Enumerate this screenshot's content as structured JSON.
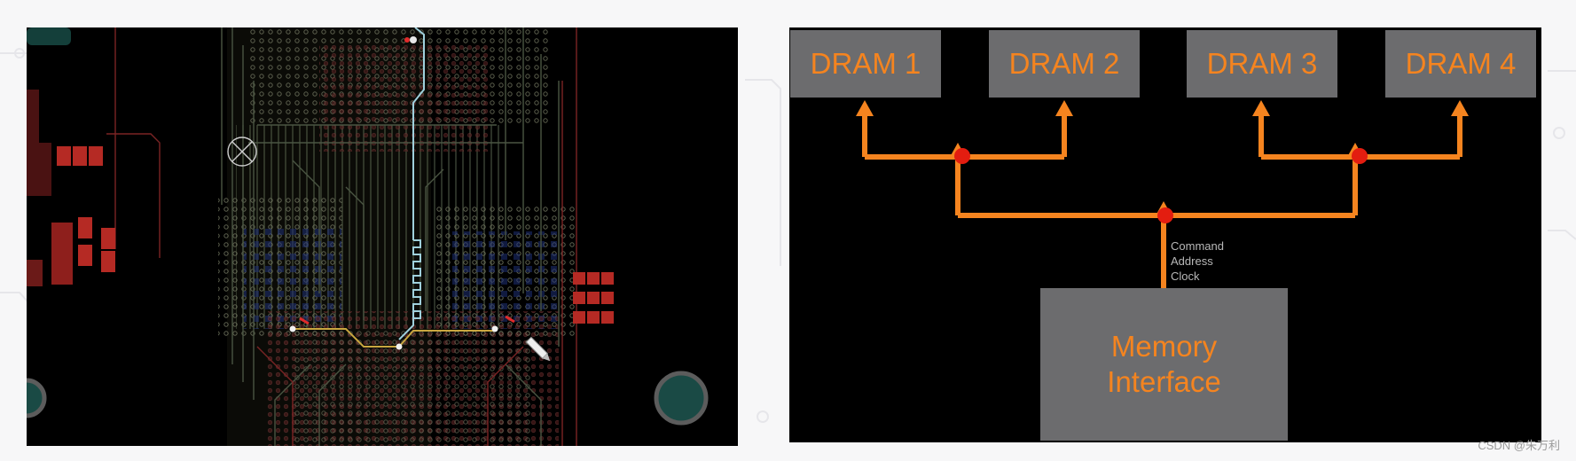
{
  "diagram": {
    "dram_labels": [
      "DRAM 1",
      "DRAM 2",
      "DRAM 3",
      "DRAM 4"
    ],
    "controller": {
      "line1": "Memory",
      "line2": "Interface"
    },
    "signal_labels": [
      "Command",
      "Address",
      "Clock"
    ],
    "colors": {
      "trace": "#f5841f",
      "node": "#e31d10",
      "box": "#6c6c6e",
      "text": "#f5841f"
    }
  },
  "watermark": "CSDN @朱万利"
}
